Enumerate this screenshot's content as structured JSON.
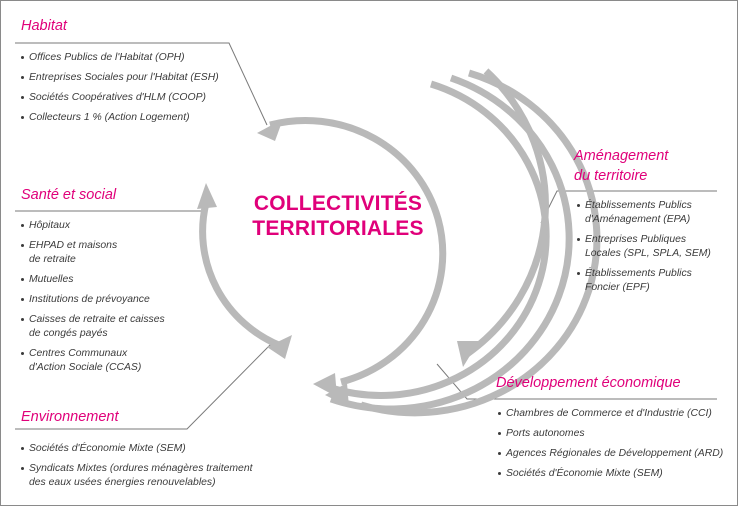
{
  "center": {
    "line1": "COLLECTIVITÉS",
    "line2": "TERRITORIALES"
  },
  "habitat": {
    "heading": "Habitat",
    "items": [
      "Offices Publics de l'Habitat (OPH)",
      "Entreprises Sociales pour l'Habitat (ESH)",
      "Sociétés Coopératives d'HLM (COOP)",
      "Collecteurs 1 % (Action Logement)"
    ]
  },
  "sante": {
    "heading": "Santé et social",
    "items": [
      [
        "Hôpitaux"
      ],
      [
        "EHPAD et maisons",
        "de retraite"
      ],
      [
        "Mutuelles"
      ],
      [
        "Institutions de prévoyance"
      ],
      [
        "Caisses de retraite et caisses",
        "de congés payés"
      ],
      [
        "Centres Communaux",
        "d'Action Sociale (CCAS)"
      ]
    ]
  },
  "environnement": {
    "heading": "Environnement",
    "items": [
      [
        "Sociétés d'Économie Mixte (SEM)"
      ],
      [
        "Syndicats Mixtes (ordures ménagères traitement",
        "des eaux usées énergies renouvelables)"
      ]
    ]
  },
  "amenagement": {
    "heading_line1": "Aménagement",
    "heading_line2": "du territoire",
    "items": [
      [
        "Établissements Publics",
        "d'Aménagement (EPA)"
      ],
      [
        "Entreprises Publiques",
        "Locales (SPL, SPLA, SEM)"
      ],
      [
        "Établissements Publics",
        "Foncier (EPF)"
      ]
    ]
  },
  "developpement": {
    "heading": "Développement économique",
    "items": [
      "Chambres de Commerce et d'Industrie (CCI)",
      "Ports autonomes",
      "Agences Régionales de Développement (ARD)",
      "Sociétés d'Économie Mixte (SEM)"
    ]
  },
  "colors": {
    "accent": "#e0007a",
    "arc": "#b9b9b9",
    "line": "#7a7a7a",
    "text": "#3b3b3b"
  }
}
